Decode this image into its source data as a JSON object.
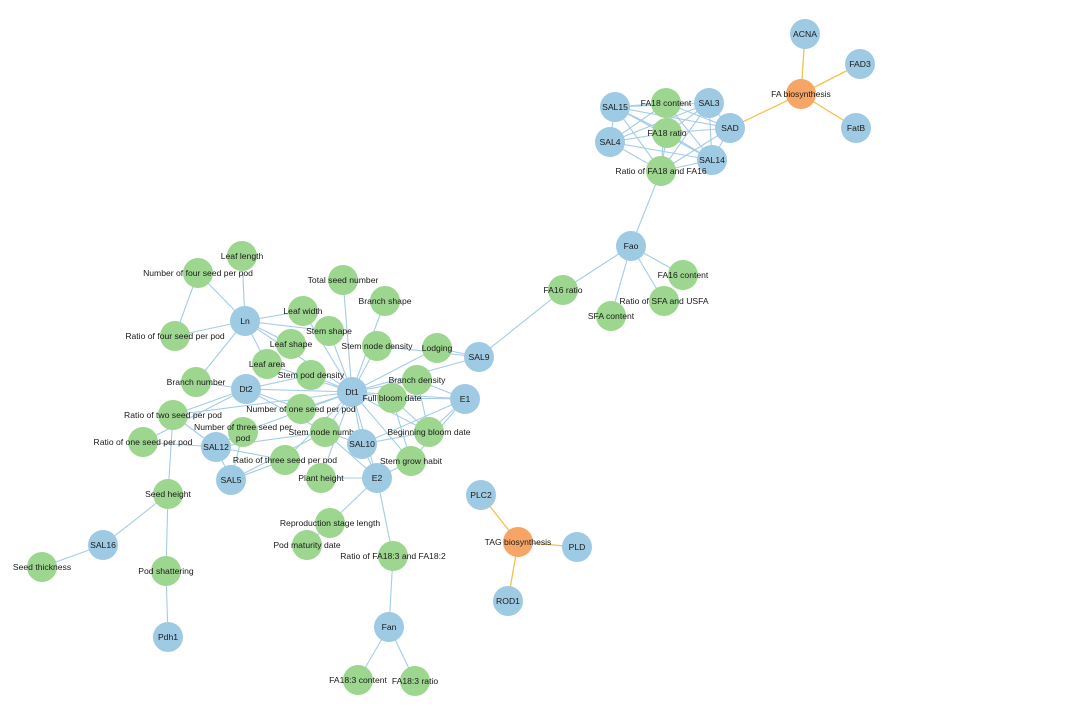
{
  "colors": {
    "gene": "#9fcae3",
    "trait": "#9cd68f",
    "pathway": "#f7a567",
    "edge_blue": "#a3cde6",
    "edge_orange": "#f2c14e"
  },
  "network": {
    "node_types": {
      "gene": [
        "ACNA",
        "FAD3",
        "FatB",
        "SAD",
        "SAL15",
        "SAL3",
        "SAL4",
        "SAL14",
        "Fao",
        "SAL9",
        "Ln",
        "Dt2",
        "Dt1",
        "E1",
        "SAL12",
        "SAL10",
        "SAL5",
        "E2",
        "SAL16",
        "Pdh1",
        "Fan",
        "PLC2",
        "PLD",
        "ROD1"
      ],
      "pathway": [
        "FA biosynthesis",
        "TAG biosynthesis"
      ]
    },
    "nodes": [
      {
        "id": "ACNA",
        "label": "ACNA"
      },
      {
        "id": "FAD3",
        "label": "FAD3"
      },
      {
        "id": "FatB",
        "label": "FatB"
      },
      {
        "id": "FA biosynthesis",
        "label": "FA biosynthesis"
      },
      {
        "id": "SAL15",
        "label": "SAL15"
      },
      {
        "id": "FA18 content",
        "label": "FA18 content"
      },
      {
        "id": "SAL3",
        "label": "SAL3"
      },
      {
        "id": "SAL4",
        "label": "SAL4"
      },
      {
        "id": "FA18 ratio",
        "label": "FA18 ratio"
      },
      {
        "id": "SAD",
        "label": "SAD"
      },
      {
        "id": "SAL14",
        "label": "SAL14"
      },
      {
        "id": "Ratio of FA18 and FA16",
        "label": "Ratio of FA18 and FA16"
      },
      {
        "id": "Fao",
        "label": "Fao"
      },
      {
        "id": "FA16 content",
        "label": "FA16 content"
      },
      {
        "id": "FA16 ratio",
        "label": "FA16 ratio"
      },
      {
        "id": "Ratio of SFA and USFA",
        "label": "Ratio of SFA and USFA"
      },
      {
        "id": "SFA content",
        "label": "SFA content"
      },
      {
        "id": "SAL9",
        "label": "SAL9"
      },
      {
        "id": "Leaf length",
        "label": "Leaf length"
      },
      {
        "id": "Number of four seed per pod",
        "label": "Number of four seed per pod"
      },
      {
        "id": "Total seed number",
        "label": "Total seed number"
      },
      {
        "id": "Branch shape",
        "label": "Branch shape"
      },
      {
        "id": "Leaf width",
        "label": "Leaf width"
      },
      {
        "id": "Ln",
        "label": "Ln"
      },
      {
        "id": "Stem shape",
        "label": "Stem shape"
      },
      {
        "id": "Ratio of four seed per pod",
        "label": "Ratio of four seed per pod"
      },
      {
        "id": "Leaf shape",
        "label": "Leaf shape"
      },
      {
        "id": "Stem node density",
        "label": "Stem node density"
      },
      {
        "id": "Lodging",
        "label": "Lodging"
      },
      {
        "id": "Leaf area",
        "label": "Leaf area"
      },
      {
        "id": "Stem pod density",
        "label": "Stem pod density"
      },
      {
        "id": "Branch number",
        "label": "Branch number"
      },
      {
        "id": "Dt2",
        "label": "Dt2"
      },
      {
        "id": "Dt1",
        "label": "Dt1"
      },
      {
        "id": "Branch density",
        "label": "Branch density"
      },
      {
        "id": "Full bloom date",
        "label": "Full bloom date"
      },
      {
        "id": "E1",
        "label": "E1"
      },
      {
        "id": "Ratio of two seed per pod",
        "label": "Ratio of two seed per pod"
      },
      {
        "id": "Number of one seed per pod",
        "label": "Number of one seed per pod"
      },
      {
        "id": "Number of three seed per pod",
        "label": "Number of three seed per\npod"
      },
      {
        "id": "Ratio of one seed per pod",
        "label": "Ratio of one seed per pod"
      },
      {
        "id": "SAL12",
        "label": "SAL12"
      },
      {
        "id": "Stem node number",
        "label": "Stem node number"
      },
      {
        "id": "SAL10",
        "label": "SAL10"
      },
      {
        "id": "Beginning bloom date",
        "label": "Beginning bloom date"
      },
      {
        "id": "Ratio of three seed per pod",
        "label": "Ratio of three seed per pod"
      },
      {
        "id": "Stem grow habit",
        "label": "Stem grow habit"
      },
      {
        "id": "SAL5",
        "label": "SAL5"
      },
      {
        "id": "Plant height",
        "label": "Plant height"
      },
      {
        "id": "E2",
        "label": "E2"
      },
      {
        "id": "Seed height",
        "label": "Seed height"
      },
      {
        "id": "Reproduction stage length",
        "label": "Reproduction stage length"
      },
      {
        "id": "SAL16",
        "label": "SAL16"
      },
      {
        "id": "Pod maturity date",
        "label": "Pod maturity date"
      },
      {
        "id": "Ratio of FA18:3 and FA18:2",
        "label": "Ratio of FA18:3 and FA18:2"
      },
      {
        "id": "Seed thickness",
        "label": "Seed thickness"
      },
      {
        "id": "Pod shattering",
        "label": "Pod shattering"
      },
      {
        "id": "Pdh1",
        "label": "Pdh1"
      },
      {
        "id": "Fan",
        "label": "Fan"
      },
      {
        "id": "FA18:3 content",
        "label": "FA18:3 content"
      },
      {
        "id": "FA18:3 ratio",
        "label": "FA18:3 ratio"
      },
      {
        "id": "PLC2",
        "label": "PLC2"
      },
      {
        "id": "TAG biosynthesis",
        "label": "TAG biosynthesis"
      },
      {
        "id": "PLD",
        "label": "PLD"
      },
      {
        "id": "ROD1",
        "label": "ROD1"
      }
    ],
    "edges": [
      [
        "FA biosynthesis",
        "ACNA",
        "orange"
      ],
      [
        "FA biosynthesis",
        "FAD3",
        "orange"
      ],
      [
        "FA biosynthesis",
        "FatB",
        "orange"
      ],
      [
        "FA biosynthesis",
        "SAD",
        "orange"
      ],
      [
        "SAL15",
        "FA18 content"
      ],
      [
        "SAL15",
        "FA18 ratio"
      ],
      [
        "SAL15",
        "SAL3"
      ],
      [
        "SAL15",
        "SAD"
      ],
      [
        "SAL15",
        "SAL14"
      ],
      [
        "SAL15",
        "Ratio of FA18 and FA16"
      ],
      [
        "SAL15",
        "SAL4"
      ],
      [
        "SAL4",
        "FA18 content"
      ],
      [
        "SAL4",
        "FA18 ratio"
      ],
      [
        "SAL4",
        "Ratio of FA18 and FA16"
      ],
      [
        "SAL4",
        "SAL3"
      ],
      [
        "SAL4",
        "SAL14"
      ],
      [
        "SAL3",
        "FA18 ratio"
      ],
      [
        "SAL3",
        "SAD"
      ],
      [
        "SAL3",
        "SAL14"
      ],
      [
        "SAL3",
        "Ratio of FA18 and FA16"
      ],
      [
        "FA18 content",
        "SAD"
      ],
      [
        "FA18 content",
        "SAL14"
      ],
      [
        "FA18 content",
        "Ratio of FA18 and FA16"
      ],
      [
        "FA18 ratio",
        "SAD"
      ],
      [
        "FA18 ratio",
        "SAL14"
      ],
      [
        "FA18 ratio",
        "Ratio of FA18 and FA16"
      ],
      [
        "SAD",
        "SAL14"
      ],
      [
        "SAD",
        "Ratio of FA18 and FA16"
      ],
      [
        "SAL14",
        "Ratio of FA18 and FA16"
      ],
      [
        "Ratio of FA18 and FA16",
        "Fao"
      ],
      [
        "Fao",
        "FA16 content"
      ],
      [
        "Fao",
        "Ratio of SFA and USFA"
      ],
      [
        "Fao",
        "FA16 ratio"
      ],
      [
        "Fao",
        "SFA content"
      ],
      [
        "FA16 ratio",
        "SAL9"
      ],
      [
        "SAL9",
        "Dt1"
      ],
      [
        "SAL9",
        "Lodging"
      ],
      [
        "SAL9",
        "Stem node density"
      ],
      [
        "Ln",
        "Leaf length"
      ],
      [
        "Ln",
        "Number of four seed per pod"
      ],
      [
        "Ln",
        "Leaf width"
      ],
      [
        "Ln",
        "Stem shape"
      ],
      [
        "Ln",
        "Leaf shape"
      ],
      [
        "Ln",
        "Ratio of four seed per pod"
      ],
      [
        "Ln",
        "Leaf area"
      ],
      [
        "Ln",
        "Branch number"
      ],
      [
        "Ln",
        "Dt1"
      ],
      [
        "Number of four seed per pod",
        "Ratio of four seed per pod"
      ],
      [
        "Dt1",
        "Total seed number"
      ],
      [
        "Dt1",
        "Branch shape"
      ],
      [
        "Dt1",
        "Leaf width"
      ],
      [
        "Dt1",
        "Stem shape"
      ],
      [
        "Dt1",
        "Stem node density"
      ],
      [
        "Dt1",
        "Lodging"
      ],
      [
        "Dt1",
        "Leaf area"
      ],
      [
        "Dt1",
        "Stem pod density"
      ],
      [
        "Dt1",
        "Branch density"
      ],
      [
        "Dt1",
        "Full bloom date"
      ],
      [
        "Dt1",
        "E1"
      ],
      [
        "Dt1",
        "Number of one seed per pod"
      ],
      [
        "Dt1",
        "Stem node number"
      ],
      [
        "Dt1",
        "SAL10"
      ],
      [
        "Dt1",
        "Beginning bloom date"
      ],
      [
        "Dt1",
        "Stem grow habit"
      ],
      [
        "Dt1",
        "Ratio of three seed per pod"
      ],
      [
        "Dt1",
        "Plant height"
      ],
      [
        "Dt1",
        "E2"
      ],
      [
        "Dt1",
        "Number of three seed per pod"
      ],
      [
        "Dt1",
        "Dt2"
      ],
      [
        "Dt1",
        "Ratio of two seed per pod"
      ],
      [
        "Dt2",
        "Branch number"
      ],
      [
        "Dt2",
        "Stem pod density"
      ],
      [
        "Dt2",
        "Ratio of two seed per pod"
      ],
      [
        "Dt2",
        "Number of one seed per pod"
      ],
      [
        "Dt2",
        "Stem node number"
      ],
      [
        "Dt2",
        "Ratio of one seed per pod"
      ],
      [
        "E1",
        "Branch density"
      ],
      [
        "E1",
        "Full bloom date"
      ],
      [
        "E1",
        "Beginning bloom date"
      ],
      [
        "E1",
        "SAL10"
      ],
      [
        "E1",
        "Stem grow habit"
      ],
      [
        "Branch density",
        "Beginning bloom date"
      ],
      [
        "Full bloom date",
        "Beginning bloom date"
      ],
      [
        "Full bloom date",
        "Stem grow habit"
      ],
      [
        "Beginning bloom date",
        "SAL10"
      ],
      [
        "SAL12",
        "Ratio of two seed per pod"
      ],
      [
        "SAL12",
        "Number of three seed per pod"
      ],
      [
        "SAL12",
        "Ratio of one seed per pod"
      ],
      [
        "SAL12",
        "Stem node number"
      ],
      [
        "SAL12",
        "Ratio of three seed per pod"
      ],
      [
        "SAL12",
        "SAL5"
      ],
      [
        "SAL5",
        "Number of three seed per pod"
      ],
      [
        "SAL5",
        "Ratio of three seed per pod"
      ],
      [
        "SAL5",
        "Stem node number"
      ],
      [
        "Ratio of two seed per pod",
        "Seed height"
      ],
      [
        "SAL10",
        "E2"
      ],
      [
        "SAL10",
        "Stem node number"
      ],
      [
        "E2",
        "Plant height"
      ],
      [
        "E2",
        "Stem node number"
      ],
      [
        "E2",
        "Reproduction stage length"
      ],
      [
        "E2",
        "Ratio of FA18:3 and FA18:2"
      ],
      [
        "E2",
        "Stem grow habit"
      ],
      [
        "Reproduction stage length",
        "Pod maturity date"
      ],
      [
        "Ratio of FA18:3 and FA18:2",
        "Fan"
      ],
      [
        "Fan",
        "FA18:3 content"
      ],
      [
        "Fan",
        "FA18:3 ratio"
      ],
      [
        "Seed height",
        "SAL16"
      ],
      [
        "Seed height",
        "Pod shattering"
      ],
      [
        "SAL16",
        "Seed thickness"
      ],
      [
        "Pod shattering",
        "Pdh1"
      ],
      [
        "TAG biosynthesis",
        "PLC2",
        "orange"
      ],
      [
        "TAG biosynthesis",
        "PLD",
        "orange"
      ],
      [
        "TAG biosynthesis",
        "ROD1",
        "orange"
      ]
    ]
  }
}
